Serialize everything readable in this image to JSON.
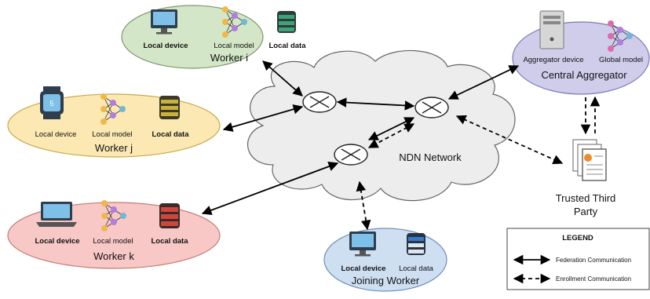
{
  "worker_i": {
    "name": "Worker i",
    "device_label": "Local device",
    "model_label": "Local model",
    "data_label": "Local data"
  },
  "worker_j": {
    "name": "Worker j",
    "device_label": "Local device",
    "model_label": "Local model",
    "data_label": "Local data"
  },
  "worker_k": {
    "name": "Worker k",
    "device_label": "Local device",
    "model_label": "Local model",
    "data_label": "Local data"
  },
  "joining_worker": {
    "name": "Joining Worker",
    "device_label": "Local device",
    "data_label": "Local data"
  },
  "aggregator": {
    "name": "Central Aggregator",
    "device_label": "Aggregator device",
    "model_label": "Global model"
  },
  "network": {
    "name": "NDN Network"
  },
  "third_party": {
    "line1": "Trusted Third",
    "line2": "Party"
  },
  "legend": {
    "title": "LEGEND",
    "federation": "Federation Communication",
    "enrollment": "Enrollment Communication"
  },
  "colors": {
    "worker_i_fill": "#d3e6c7",
    "worker_j_fill": "#fbe8b3",
    "worker_k_fill": "#f7c8c5",
    "joining_fill": "#cfdff2",
    "aggregator_fill": "#cfcdea",
    "cloud_fill": "#ededed"
  }
}
